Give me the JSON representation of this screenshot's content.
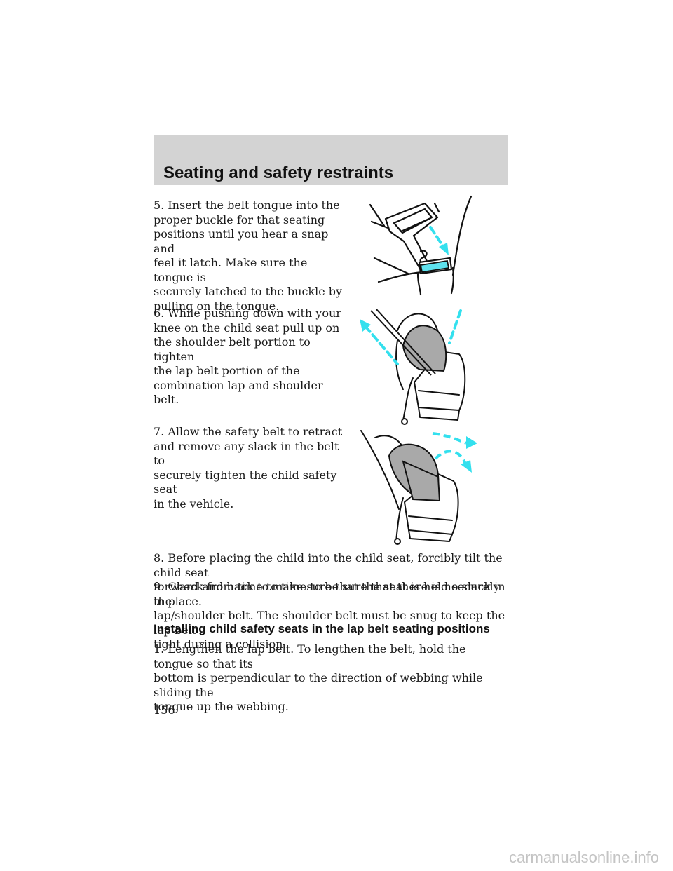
{
  "header": {
    "title": "Seating and safety restraints"
  },
  "steps": {
    "step5": "5. Insert the belt tongue into the\nproper buckle for that seating\npositions until you hear a snap and\nfeel it latch. Make sure the tongue is\nsecurely latched to the buckle by\npulling on the tongue.",
    "step6": "6. While pushing down with your\nknee on the child seat pull up on\nthe shoulder belt portion to tighten\nthe lap belt portion of the\ncombination lap and shoulder belt.",
    "step7": "7. Allow the safety belt to retract\nand remove any slack in the belt to\nsecurely tighten the child safety seat\nin the vehicle.",
    "step8": "8. Before placing the child into the child seat, forcibly tilt the child seat\nforward and back to make sure that the seat is held securely in place.",
    "step9": "9. Check from time to time to be sure that there is no slack in the\nlap/shoulder belt. The shoulder belt must be snug to keep the lap belt\ntight during a collision."
  },
  "section": {
    "heading": "Installing child safety seats in the lap belt seating positions",
    "step1": "1. Lengthen the lap belt. To lengthen the belt, hold the tongue so that its\nbottom is perpendicular to the direction of webbing while sliding the\ntongue up the webbing."
  },
  "page_number": "156",
  "footer": {
    "watermark": "carmanualsonline.info"
  },
  "colors": {
    "accent": "#33e0ee",
    "header_band": "#d3d3d3",
    "seat_gray": "#a9a9a9"
  }
}
